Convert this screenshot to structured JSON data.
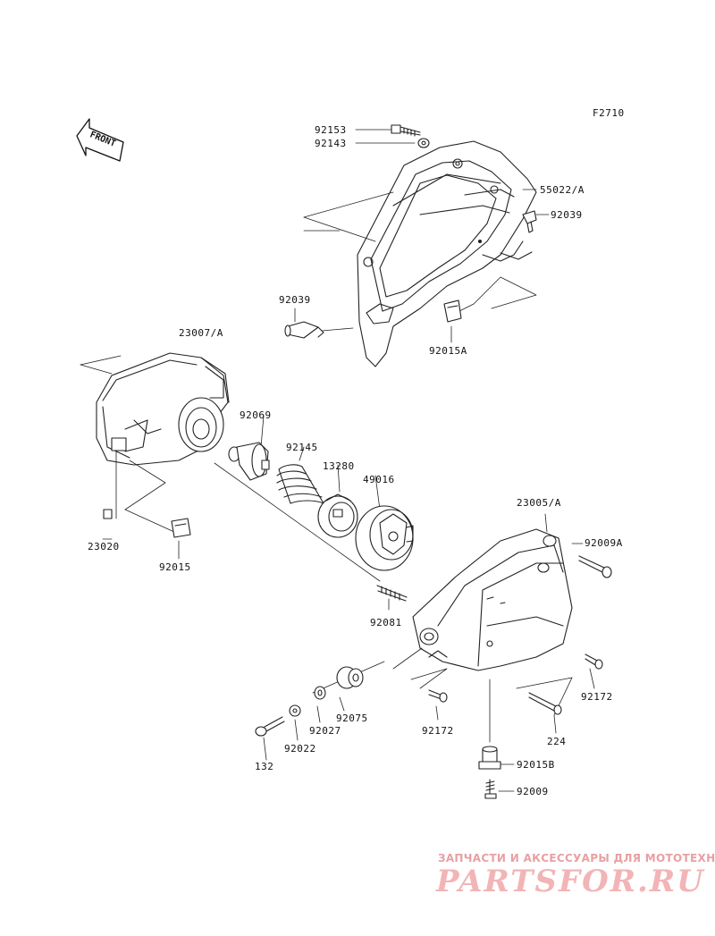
{
  "figure_code": "F2710",
  "front_label": "FRONT",
  "watermark": {
    "subtitle": "ЗАПЧАСТИ И АКСЕССУАРЫ ДЛЯ МОТОТЕХНИКИ",
    "brand": "PARTSFOR.RU"
  },
  "labels": {
    "p92153": "92153",
    "p92143": "92143",
    "p55022A": "55022/A",
    "p92039a": "92039",
    "p92039b": "92039",
    "p92015A": "92015A",
    "p23007A": "23007/A",
    "p92069": "92069",
    "p92145": "92145",
    "p13280": "13280",
    "p49016": "49016",
    "p23020": "23020",
    "p92015": "92015",
    "p23005A": "23005/A",
    "p92009A": "92009A",
    "p92081": "92081",
    "p92172a": "92172",
    "p92172b": "92172",
    "p224": "224",
    "p92075": "92075",
    "p92027": "92027",
    "p92022": "92022",
    "p132": "132",
    "p92015B": "92015B",
    "p92009": "92009"
  }
}
